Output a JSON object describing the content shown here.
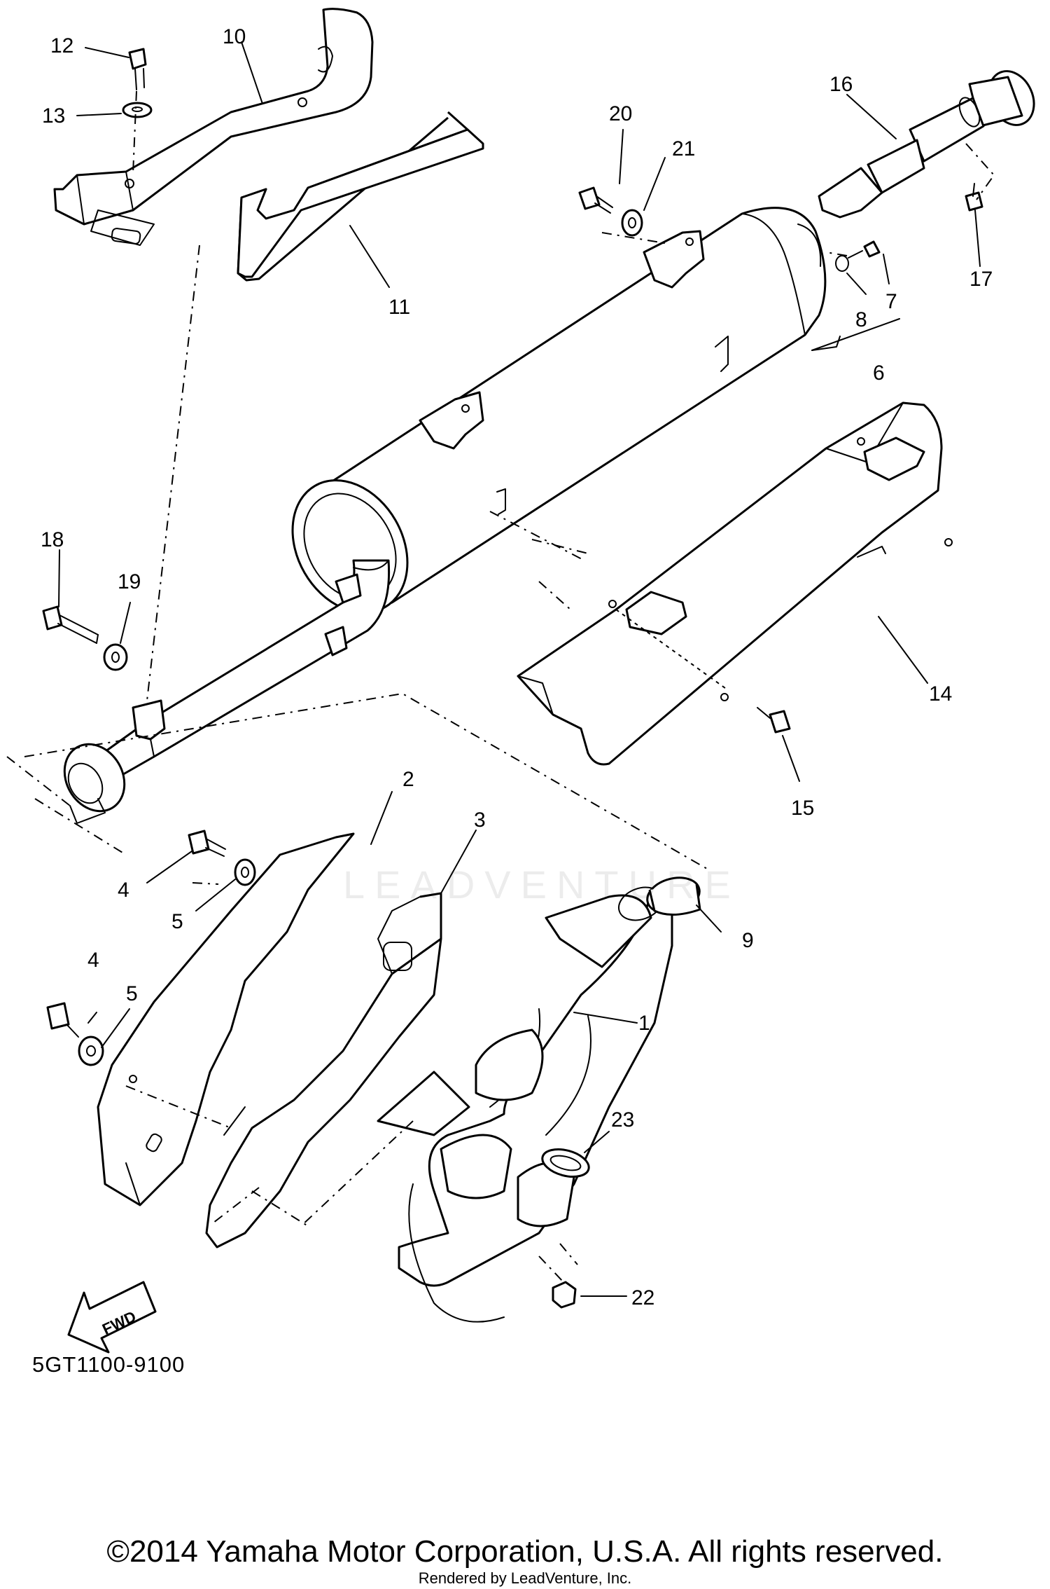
{
  "diagram": {
    "drawing_code": "5GT1100-9100",
    "copyright": "©2014 Yamaha Motor Corporation, U.S.A. All rights reserved.",
    "rendered_by": "Rendered by LeadVenture, Inc.",
    "watermark": "LEADVENTURE",
    "direction_label": "FWD",
    "callouts": [
      "1",
      "2",
      "3",
      "4",
      "4",
      "5",
      "5",
      "6",
      "7",
      "8",
      "9",
      "10",
      "11",
      "12",
      "13",
      "14",
      "15",
      "16",
      "17",
      "18",
      "19",
      "20",
      "21",
      "22",
      "23"
    ]
  }
}
